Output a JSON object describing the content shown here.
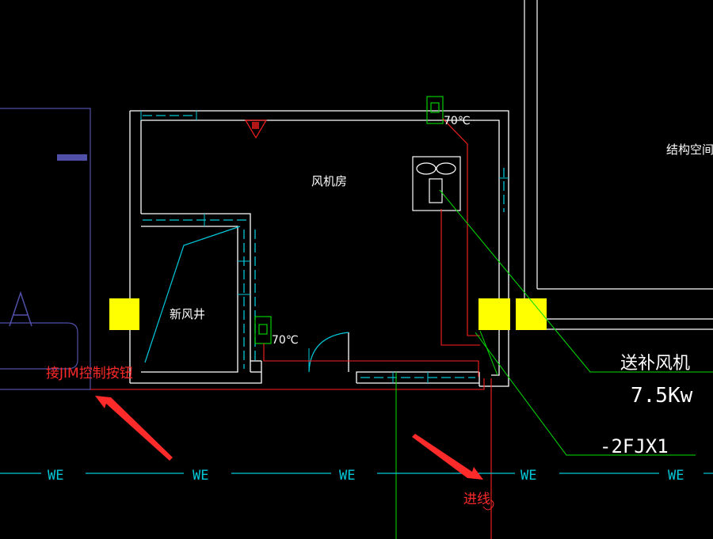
{
  "drawing": {
    "room_label": "风机房",
    "shaft_label": "新风井",
    "structure_label": "结构空间",
    "temp_label_top": "70℃",
    "temp_label_bottom": "70℃",
    "fan_name": "送补风机",
    "fan_power": "7.5Kw",
    "circuit_id": "-2FJX1",
    "annotation_control": "接JIM控制按钮",
    "annotation_inlet": "进线",
    "cable_tag": "WE",
    "room_letter": "A"
  },
  "colors": {
    "wall": "#ffffff",
    "dashed_wall": "#00c8d8",
    "cable_red": "#ff2020",
    "leader_green": "#00e000",
    "annotation_red": "#ff2a2a",
    "yellow_block": "#ffff00",
    "purple_fixture": "#5050a8"
  }
}
